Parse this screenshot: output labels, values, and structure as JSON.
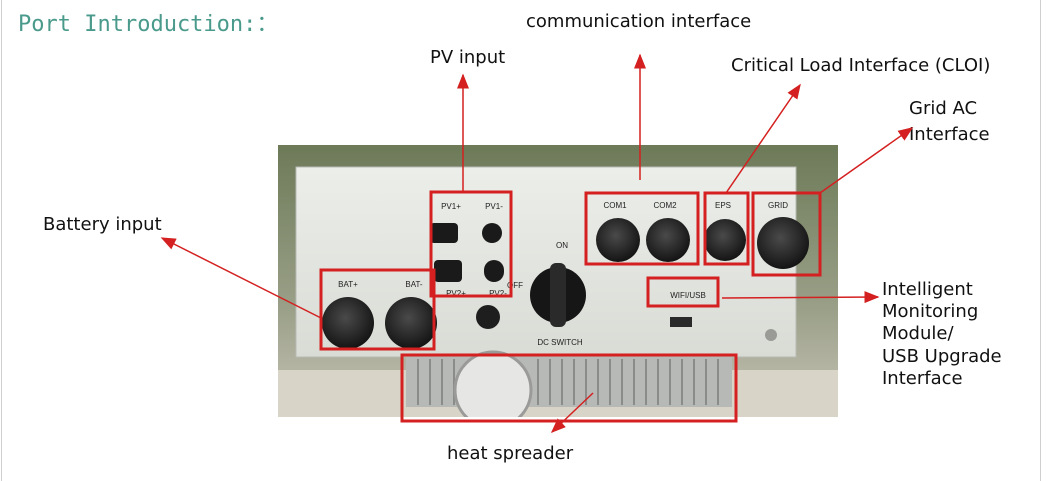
{
  "heading": "Port Introduction:：",
  "labels": {
    "communication": "communication interface",
    "pv": "PV input",
    "cloi": "Critical Load Interface (CLOI)",
    "grid_ac_1": "Grid AC",
    "grid_ac_2": "Interface",
    "battery": "Battery input",
    "monitor_1": "Intelligent",
    "monitor_2": "Monitoring",
    "monitor_3": "Module/",
    "monitor_4": "USB Upgrade",
    "monitor_5": "Interface",
    "heat": "heat spreader"
  },
  "device": {
    "pv1_pos": "PV1+",
    "pv1_neg": "PV1-",
    "pv2_pos": "PV2+",
    "pv2_neg": "PV2-",
    "com1": "COM1",
    "com2": "COM2",
    "eps": "EPS",
    "grid": "GRID",
    "bat_pos": "BAT+",
    "bat_neg": "BAT-",
    "on": "ON",
    "off": "OFF",
    "dc_switch": "DC SWITCH",
    "wifi_usb": "WIFI/USB"
  },
  "colors": {
    "heading": "#4a9a8c",
    "annotation": "#d42020",
    "panel": "#e8e9e4"
  }
}
